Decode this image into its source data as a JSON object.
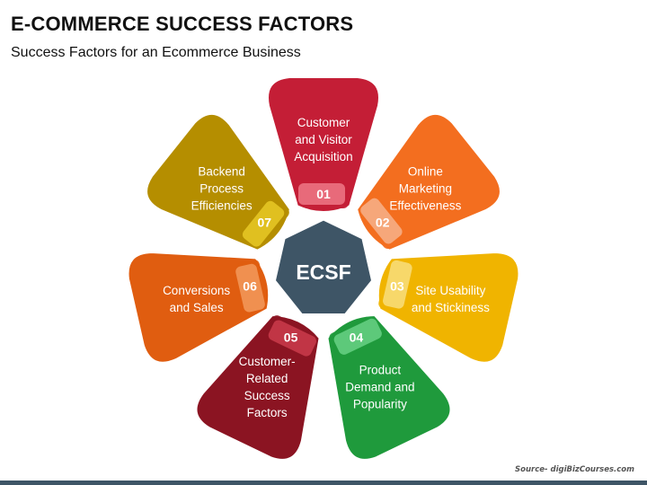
{
  "header": {
    "title": "E-COMMERCE SUCCESS FACTORS",
    "subtitle": "Success Factors for an Ecommerce Business"
  },
  "diagram": {
    "center_label": "ECSF",
    "center_color": "#3e5566",
    "factors": [
      {
        "number": "01",
        "lines": [
          "Customer",
          "and Visitor",
          "Acquisition"
        ],
        "color": "#c41e36",
        "tab_color": "#e86a7a"
      },
      {
        "number": "02",
        "lines": [
          "Online",
          "Marketing",
          "Effectiveness"
        ],
        "color": "#f36e1f",
        "tab_color": "#f6a77a"
      },
      {
        "number": "03",
        "lines": [
          "Site Usability",
          "and Stickiness"
        ],
        "color": "#f0b400",
        "tab_color": "#f7d86a"
      },
      {
        "number": "04",
        "lines": [
          "Product",
          "Demand and",
          "Popularity"
        ],
        "color": "#1f9a3c",
        "tab_color": "#5dc97a"
      },
      {
        "number": "05",
        "lines": [
          "Customer-",
          "Related",
          "Success",
          "Factors"
        ],
        "color": "#8b1422",
        "tab_color": "#c13545"
      },
      {
        "number": "06",
        "lines": [
          "Conversions",
          "and Sales"
        ],
        "color": "#e05d10",
        "tab_color": "#f09050"
      },
      {
        "number": "07",
        "lines": [
          "Backend",
          "Process",
          "Efficiencies"
        ],
        "color": "#b58e00",
        "tab_color": "#e0c020"
      }
    ]
  },
  "footer": {
    "source": "Source- digiBizCourses.com"
  }
}
